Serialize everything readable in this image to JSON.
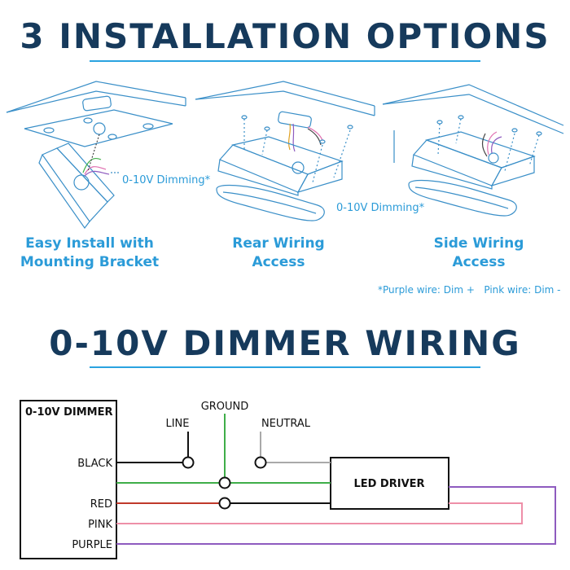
{
  "top_section": {
    "title": "3 INSTALLATION OPTIONS",
    "options": [
      {
        "line1": "Easy Install with",
        "line2": "Mounting Bracket"
      },
      {
        "line1": "Rear Wiring",
        "line2": "Access"
      },
      {
        "line1": "Side Wiring",
        "line2": "Access"
      }
    ],
    "dimming_label_1": "0-10V Dimming*",
    "dimming_label_2": "0-10V Dimming*",
    "footnote": "*Purple wire: Dim +   Pink wire: Dim -"
  },
  "wiring_section": {
    "title": "0-10V DIMMER WIRING",
    "dimmer_label": "0-10V DIMMER",
    "driver_label": "LED DRIVER",
    "wire_labels": {
      "black": "BLACK",
      "red": "RED",
      "pink": "PINK",
      "purple": "PURPLE"
    },
    "source_labels": {
      "line": "LINE",
      "ground": "GROUND",
      "neutral": "NEUTRAL"
    }
  },
  "colors": {
    "heading": "#163a5c",
    "accent": "#2b9bd8",
    "line_art": "#3a8fc8",
    "wire_black": "#111111",
    "wire_green": "#3fae49",
    "wire_red": "#c0392b",
    "wire_pink": "#ee8fa8",
    "wire_purple": "#8e5bbf",
    "wire_gray": "#a9a9a9"
  }
}
